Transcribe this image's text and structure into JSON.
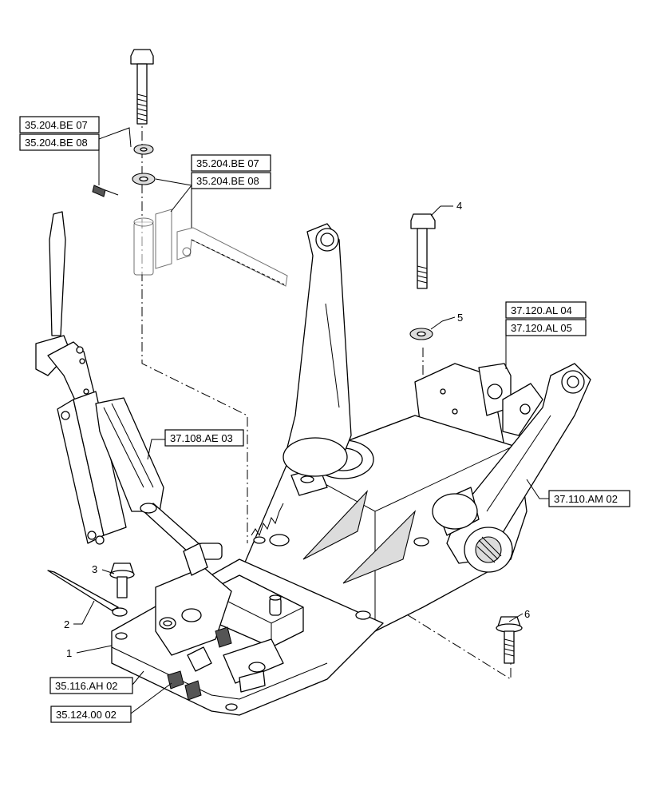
{
  "references": {
    "r1": "35.204.BE 07",
    "r2": "35.204.BE 08",
    "r3": "35.204.BE 07",
    "r4": "35.204.BE 08",
    "r5": "37.120.AL 04",
    "r6": "37.120.AL 05",
    "r7": "37.108.AE 03",
    "r8": "37.110.AM 02",
    "r9": "35.116.AH 02",
    "r10": "35.124.00 02"
  },
  "callouts": {
    "c1": "1",
    "c2": "2",
    "c3": "3",
    "c4": "4",
    "c5": "5",
    "c6": "6"
  }
}
